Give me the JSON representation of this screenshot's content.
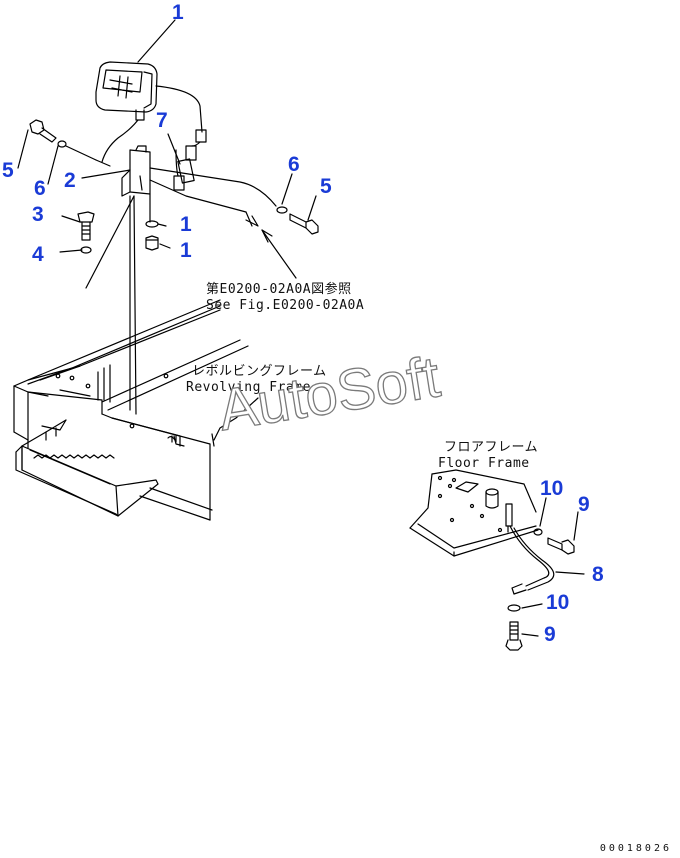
{
  "callouts": {
    "c1_lamp": "1",
    "c1_washer": "1",
    "c1_nut": "1",
    "c2_bracket": "2",
    "c3_bolt": "3",
    "c4_washer": "4",
    "c5_left": "5",
    "c5_right": "5",
    "c6_left": "6",
    "c6_right": "6",
    "c7_connector": "7",
    "c8_ground_wire": "8",
    "c9_upper": "9",
    "c9_lower": "9",
    "c10_upper": "10",
    "c10_lower": "10"
  },
  "notes": {
    "see_fig_jp": "第E0200-02A0A図参照",
    "see_fig_en": "See Fig.E0200-02A0A",
    "revolving_jp": "レボルビングフレーム",
    "revolving_en": "Revolving Frame",
    "floor_jp": "フロアフレーム",
    "floor_en": "Floor Frame"
  },
  "watermark": "AutoSoft",
  "drawing_code": "00018026"
}
